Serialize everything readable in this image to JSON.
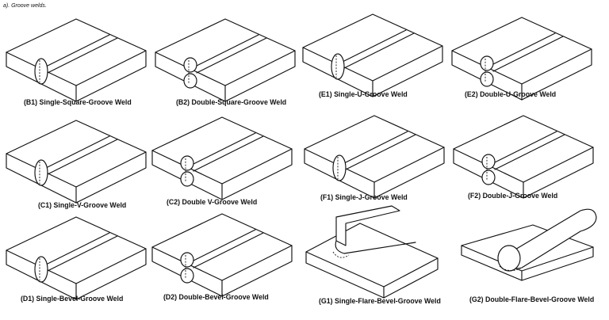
{
  "header_fragment": "a). Groove welds.",
  "panels": [
    {
      "id": "B1",
      "label": "(B1) Single-Square-Groove Weld",
      "kind": "square-single"
    },
    {
      "id": "B2",
      "label": "(B2) Double-Square-Groove Weld",
      "kind": "square-double"
    },
    {
      "id": "E1",
      "label": "(E1) Single-U-Groove Weld",
      "kind": "u-single"
    },
    {
      "id": "E2",
      "label": "(E2) Double-U-Groove Weld",
      "kind": "u-double"
    },
    {
      "id": "C1",
      "label": "(C1) Single-V-Groove Weld",
      "kind": "v-single"
    },
    {
      "id": "C2",
      "label": "(C2) Double V-Groove Weld",
      "kind": "v-double"
    },
    {
      "id": "F1",
      "label": "(F1) Single-J-Groove Weld",
      "kind": "j-single"
    },
    {
      "id": "F2",
      "label": "(F2) Double-J-Groove Weld",
      "kind": "j-double"
    },
    {
      "id": "D1",
      "label": "(D1) Single-Bevel-Groove Weld",
      "kind": "bevel-single"
    },
    {
      "id": "D2",
      "label": "(D2) Double-Bevel-Groove Weld",
      "kind": "bevel-double"
    },
    {
      "id": "G1",
      "label": "(G1) Single-Flare-Bevel-Groove Weld",
      "kind": "flare-bevel"
    },
    {
      "id": "G2",
      "label": "(G2) Double-Flare-Bevel-Groove Weld",
      "kind": "flare-double"
    }
  ]
}
